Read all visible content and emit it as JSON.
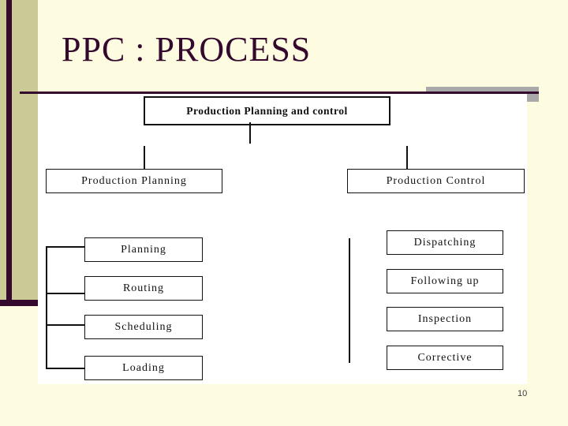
{
  "slide": {
    "title": "PPC : PROCESS",
    "page_number": "10"
  },
  "diagram": {
    "root": "Production Planning and control",
    "left_branch": {
      "label": "Production Planning",
      "children": [
        "Planning",
        "Routing",
        "Scheduling",
        "Loading"
      ]
    },
    "right_branch": {
      "label": "Production Control",
      "children": [
        "Dispatching",
        "Following up",
        "Inspection",
        "Corrective"
      ]
    }
  },
  "colors": {
    "background_cream": "#fdfce1",
    "sidebar_olive": "#cbc996",
    "accent_maroon": "#35092e",
    "accent_gray": "#a9a9a9",
    "canvas_white": "#ffffff",
    "line_black": "#111111"
  }
}
